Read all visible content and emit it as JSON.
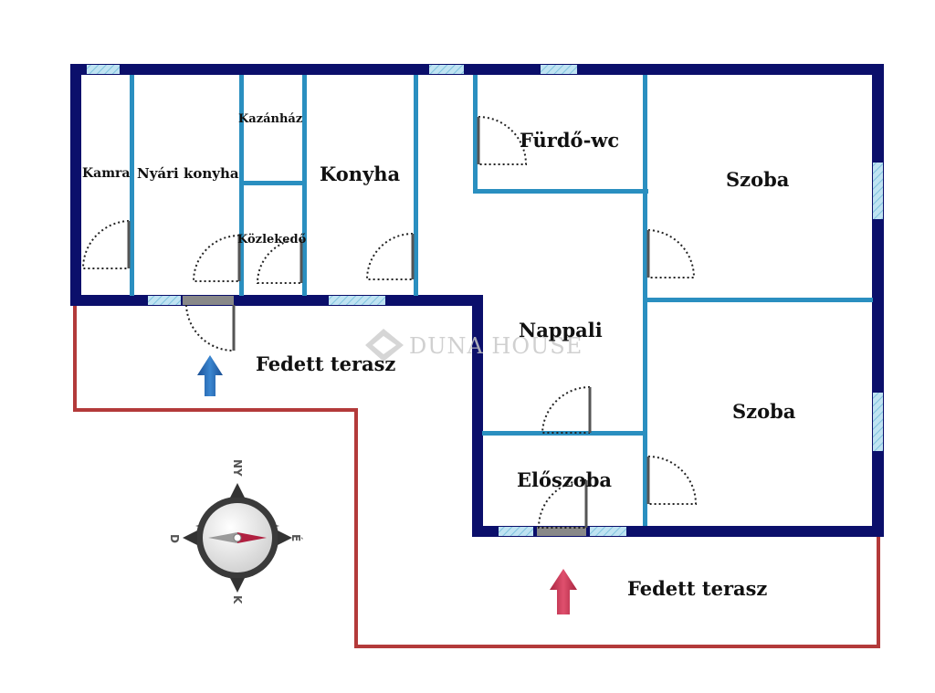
{
  "rooms": {
    "kamra": "Kamra",
    "nyari_konyha": "Nyári konyha",
    "kazanhaz": "Kazánház",
    "kozlekedo": "Közlekedő",
    "konyha": "Konyha",
    "furdo_wc": "Fürdő-wc",
    "szoba_1": "Szoba",
    "nappali": "Nappali",
    "szoba_2": "Szoba",
    "eloszoba": "Előszoba",
    "terrace_1": "Fedett terasz",
    "terrace_2": "Fedett terasz"
  },
  "watermark": {
    "text": "DUNA HOUSE",
    "logo_icon": "duna-house-logo-icon"
  },
  "compass": {
    "north": "NY",
    "east": "É",
    "south": "K",
    "west": "D"
  },
  "colors": {
    "outer_wall": "#0b0f6b",
    "inner_wall": "#2a8fc0",
    "terrace_outline": "#b33a3a",
    "window_fill": "#9fd3ea",
    "arrow_blue": "#1e5fa8",
    "arrow_red": "#c0304e"
  }
}
